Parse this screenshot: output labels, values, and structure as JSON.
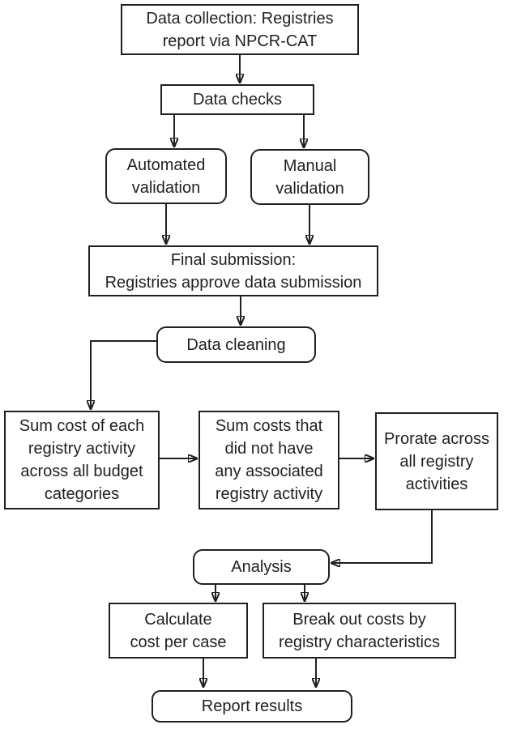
{
  "colors": {
    "line": "#231f20",
    "text": "#231f20",
    "box_background": "#ffffff"
  },
  "nodes": {
    "data_collection": {
      "label": "Data collection: Registries\nreport via NPCR-CAT"
    },
    "data_checks": {
      "label": "Data checks"
    },
    "automated_validation": {
      "label": "Automated\nvalidation"
    },
    "manual_validation": {
      "label": "Manual\nvalidation"
    },
    "final_submission": {
      "label": "Final submission:\nRegistries approve data submission"
    },
    "data_cleaning": {
      "label": "Data cleaning"
    },
    "sum_cost_each": {
      "label": "Sum cost of each\nregistry activity\nacross all budget\ncategories"
    },
    "sum_costs_unassociated": {
      "label": "Sum costs that\ndid not have\nany associated\nregistry activity"
    },
    "prorate": {
      "label": "Prorate across\nall registry\nactivities"
    },
    "analysis": {
      "label": "Analysis"
    },
    "calculate_cost_per_case": {
      "label": "Calculate\ncost per case"
    },
    "break_out_costs": {
      "label": "Break out costs by\nregistry characteristics"
    },
    "report_results": {
      "label": "Report results"
    }
  }
}
